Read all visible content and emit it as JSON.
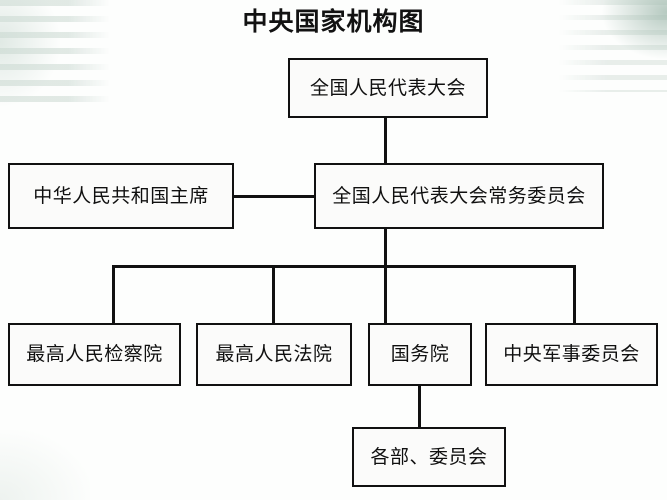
{
  "title": "中央国家机构图",
  "diagram": {
    "type": "organization-chart",
    "orientation": "top-down",
    "background_color": "#fdfefd",
    "line_color": "#111111",
    "box_fill_color": "#fbfbfa",
    "text_color": "#101010",
    "nodes": [
      {
        "id": "npc",
        "label": "全国人民代表大会",
        "level": 1
      },
      {
        "id": "president",
        "label": "中华人民共和国主席",
        "level": 2
      },
      {
        "id": "npcsc",
        "label": "全国人民代表大会常务委员会",
        "level": 2
      },
      {
        "id": "procuratorate",
        "label": "最高人民检察院",
        "level": 3
      },
      {
        "id": "court",
        "label": "最高人民法院",
        "level": 3
      },
      {
        "id": "state-council",
        "label": "国务院",
        "level": 3
      },
      {
        "id": "cmc",
        "label": "中央军事委员会",
        "level": 3
      },
      {
        "id": "ministries",
        "label": "各部、委员会",
        "level": 4
      }
    ],
    "edges": [
      {
        "from": "npc",
        "to": "npcsc"
      },
      {
        "from": "president",
        "to": "npcsc"
      },
      {
        "from": "npcsc",
        "to": "procuratorate"
      },
      {
        "from": "npcsc",
        "to": "court"
      },
      {
        "from": "npcsc",
        "to": "state-council"
      },
      {
        "from": "npcsc",
        "to": "cmc"
      },
      {
        "from": "state-council",
        "to": "ministries"
      }
    ]
  }
}
